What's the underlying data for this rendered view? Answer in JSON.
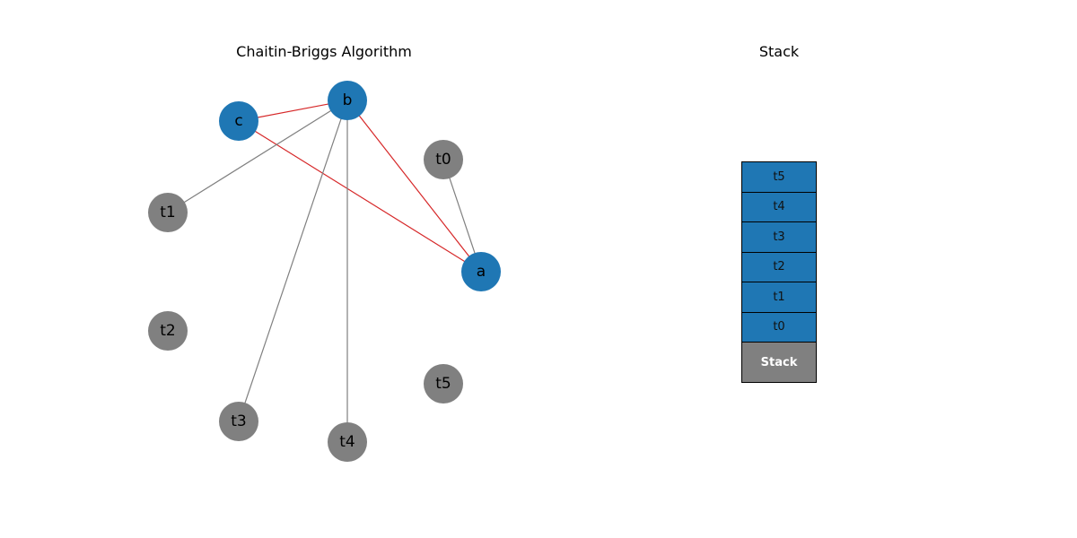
{
  "graph": {
    "title": "Chaitin-Briggs Algorithm",
    "nodes": [
      {
        "id": "b",
        "label": "b",
        "color": "#1f77b4"
      },
      {
        "id": "c",
        "label": "c",
        "color": "#1f77b4"
      },
      {
        "id": "a",
        "label": "a",
        "color": "#1f77b4"
      },
      {
        "id": "t0",
        "label": "t0",
        "color": "#808080"
      },
      {
        "id": "t1",
        "label": "t1",
        "color": "#808080"
      },
      {
        "id": "t2",
        "label": "t2",
        "color": "#808080"
      },
      {
        "id": "t3",
        "label": "t3",
        "color": "#808080"
      },
      {
        "id": "t4",
        "label": "t4",
        "color": "#808080"
      },
      {
        "id": "t5",
        "label": "t5",
        "color": "#808080"
      }
    ],
    "edges": [
      {
        "from": "c",
        "to": "b",
        "color": "#d62728"
      },
      {
        "from": "c",
        "to": "a",
        "color": "#d62728"
      },
      {
        "from": "b",
        "to": "a",
        "color": "#d62728"
      },
      {
        "from": "b",
        "to": "t1",
        "color": "#808080"
      },
      {
        "from": "b",
        "to": "t3",
        "color": "#808080"
      },
      {
        "from": "b",
        "to": "t4",
        "color": "#808080"
      },
      {
        "from": "t0",
        "to": "a",
        "color": "#808080"
      }
    ]
  },
  "stack": {
    "title": "Stack",
    "items": [
      {
        "label": "t5",
        "color": "#1f77b4"
      },
      {
        "label": "t4",
        "color": "#1f77b4"
      },
      {
        "label": "t3",
        "color": "#1f77b4"
      },
      {
        "label": "t2",
        "color": "#1f77b4"
      },
      {
        "label": "t1",
        "color": "#1f77b4"
      },
      {
        "label": "t0",
        "color": "#1f77b4"
      }
    ],
    "base": {
      "label": "Stack",
      "color": "#808080"
    }
  }
}
